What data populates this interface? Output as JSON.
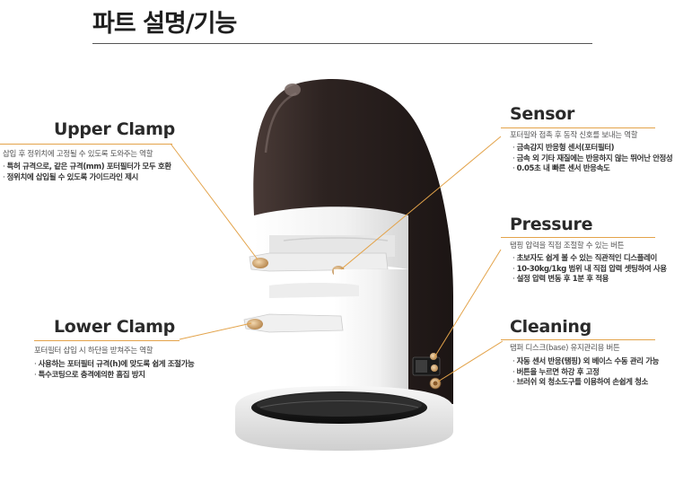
{
  "title": "파트 설명/기능",
  "upper_clamp": {
    "heading": "Upper Clamp",
    "subtitle": "삽입 후 정위치에 고정될 수 있도록 도와주는 역할",
    "bullets": [
      "특허 규격으로, 같은 규격(mm) 포터필터가 모두 호환",
      "정위치에 삽입될 수 있도록 가이드라인 제시"
    ]
  },
  "lower_clamp": {
    "heading": "Lower Clamp",
    "subtitle": "포터필터 삽입 시 하단을 받쳐주는 역할",
    "bullets": [
      "사용하는 포터필터 규격(h)에 맞도록 쉽게 조절가능",
      "특수코팅으로 충격에의한 흠집 방지"
    ]
  },
  "sensor": {
    "heading": "Sensor",
    "subtitle": "포터필와 접촉 후 동작 신호를 보내는 역할",
    "bullets": [
      "금속감지 반응형 센서(포터필터)",
      "금속 외 기타 재질에는 반응하지 않는 뛰어난 안정성",
      "0.05초 내  빠른 센서 반응속도"
    ]
  },
  "pressure": {
    "heading": "Pressure",
    "subtitle": "탬핑 압력을 직접 조절할 수 있는 버튼",
    "bullets": [
      "초보자도 쉽게 볼 수 있는 직관적인 디스플레이",
      "10-30kg/1kg 범위 내 직접 압력 셋팅하여 사용",
      "설정 압력 변동 후 1분 후 적용"
    ]
  },
  "cleaning": {
    "heading": "Cleaning",
    "subtitle": "탬퍼 디스크(base) 유지관리용 버튼",
    "bullets": [
      "자동 센서 반응(탬핑) 외 베이스 수동 관리 가능",
      "버튼을 누르면 하강 후 고정",
      "브러쉬 외 청소도구를 이용하여 손쉽게 청소"
    ]
  },
  "colors": {
    "accent": "#e3a34a",
    "machine_body_dark": "#3a2e2b",
    "machine_body_white": "#f2f2f2"
  }
}
